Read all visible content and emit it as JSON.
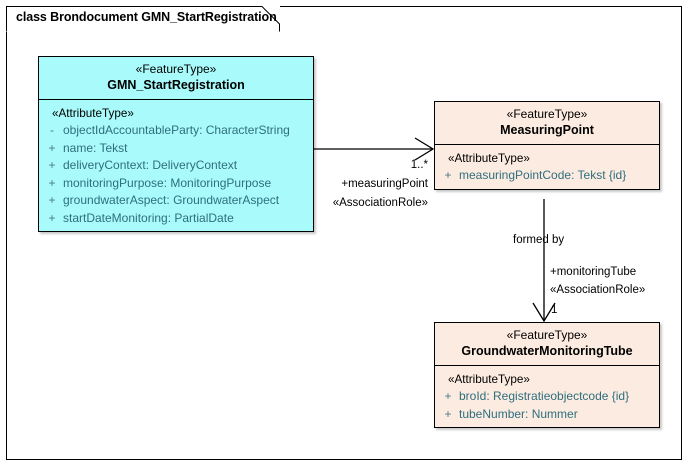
{
  "frame": {
    "title": "class Brondocument GMN_StartRegistration"
  },
  "classes": [
    {
      "id": "gmn-startregistration",
      "stereotype": "«FeatureType»",
      "name": "GMN_StartRegistration",
      "compartment_stereotype": "«AttributeType»",
      "attributes": [
        {
          "visibility": "-",
          "text": "objectIdAccountableParty: CharacterString"
        },
        {
          "visibility": "+",
          "text": "name: Tekst"
        },
        {
          "visibility": "+",
          "text": "deliveryContext: DeliveryContext"
        },
        {
          "visibility": "+",
          "text": "monitoringPurpose: MonitoringPurpose"
        },
        {
          "visibility": "+",
          "text": "groundwaterAspect: GroundwaterAspect"
        },
        {
          "visibility": "+",
          "text": "startDateMonitoring: PartialDate"
        }
      ],
      "fill": "#a9fbfb"
    },
    {
      "id": "measuringpoint",
      "stereotype": "«FeatureType»",
      "name": "MeasuringPoint",
      "compartment_stereotype": "«AttributeType»",
      "attributes": [
        {
          "visibility": "+",
          "text": "measuringPointCode: Tekst {id}"
        }
      ],
      "fill": "#fbebe0"
    },
    {
      "id": "groundwatermonitoringtube",
      "stereotype": "«FeatureType»",
      "name": "GroundwaterMonitoringTube",
      "compartment_stereotype": "«AttributeType»",
      "attributes": [
        {
          "visibility": "+",
          "text": "broId: Registratieobjectcode {id}"
        },
        {
          "visibility": "+",
          "text": "tubeNumber: Nummer"
        }
      ],
      "fill": "#fbebe0"
    }
  ],
  "associations": [
    {
      "id": "assoc-measuringpoint",
      "from": "gmn-startregistration",
      "to": "measuringpoint",
      "multiplicity": "1..*",
      "role": "+measuringPoint",
      "stereotype": "«AssociationRole»"
    },
    {
      "id": "assoc-monitoringtube",
      "from": "measuringpoint",
      "to": "groundwatermonitoringtube",
      "name": "formed by",
      "multiplicity": "1",
      "role": "+monitoringTube",
      "stereotype": "«AssociationRole»"
    }
  ],
  "colors": {
    "featuretype_fill": "#a9fbfb",
    "objecttype_fill": "#fbebe0",
    "border": "#000000",
    "attribute_text": "#2f6e7d"
  }
}
